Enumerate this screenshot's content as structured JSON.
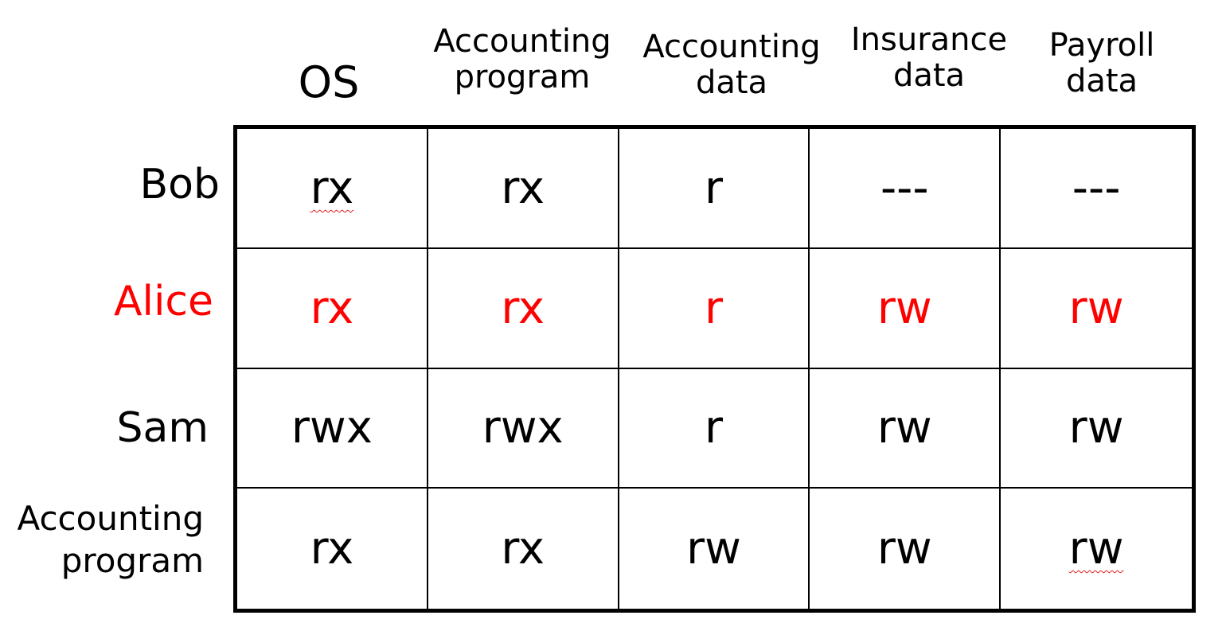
{
  "columns": [
    {
      "line1": "OS",
      "line2": ""
    },
    {
      "line1": "Accounting",
      "line2": "program"
    },
    {
      "line1": "Accounting",
      "line2": "data"
    },
    {
      "line1": "Insurance",
      "line2": "data"
    },
    {
      "line1": "Payroll",
      "line2": "data"
    }
  ],
  "rows": [
    {
      "label1": "Bob",
      "label2": "",
      "cells": [
        "rx",
        "rx",
        "r",
        "---",
        "---"
      ]
    },
    {
      "label1": "Alice",
      "label2": "",
      "cells": [
        "rx",
        "rx",
        "r",
        "rw",
        "rw"
      ]
    },
    {
      "label1": "Sam",
      "label2": "",
      "cells": [
        "rwx",
        "rwx",
        "r",
        "rw",
        "rw"
      ]
    },
    {
      "label1": "Accounting",
      "label2": "program",
      "cells": [
        "rx",
        "rx",
        "rw",
        "rw",
        "rw"
      ]
    }
  ],
  "colors": {
    "highlight": "#ff0000",
    "text": "#000000",
    "grid": "#000000"
  }
}
